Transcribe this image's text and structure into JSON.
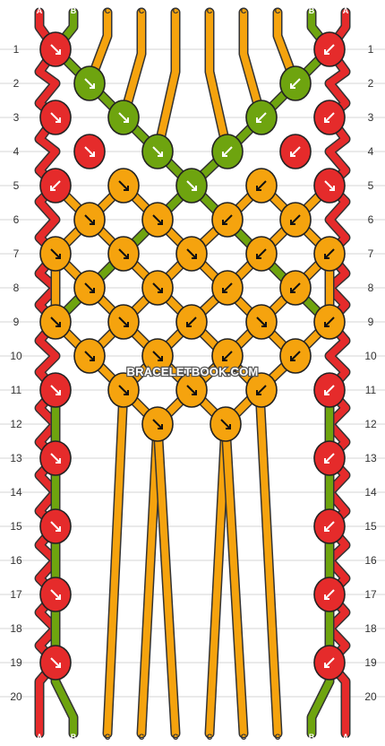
{
  "colors": {
    "A": "#e52b2b",
    "B": "#6ea40f",
    "C": "#f5a30e"
  },
  "string_labels": [
    "A",
    "B",
    "C",
    "C",
    "C",
    "C",
    "C",
    "C",
    "B",
    "A"
  ],
  "row_numbers": [
    "1",
    "2",
    "3",
    "4",
    "5",
    "6",
    "7",
    "8",
    "9",
    "10",
    "11",
    "12",
    "13",
    "14",
    "15",
    "16",
    "17",
    "18",
    "19",
    "20"
  ],
  "watermark": "BRACELETBOOK.COM",
  "knot_rows": [
    [
      {
        "c": "A",
        "d": "se"
      },
      {
        "c": "A",
        "d": "sw"
      }
    ],
    [
      {
        "c": "B",
        "d": "se"
      },
      {
        "c": "B",
        "d": "sw"
      }
    ],
    [
      {
        "c": "A",
        "d": "se"
      },
      {
        "c": "B",
        "d": "se"
      },
      {
        "c": "B",
        "d": "sw"
      },
      {
        "c": "A",
        "d": "sw"
      }
    ],
    [
      {
        "c": "A",
        "d": "se"
      },
      {
        "c": "B",
        "d": "se"
      },
      {
        "c": "B",
        "d": "sw"
      },
      {
        "c": "A",
        "d": "sw"
      }
    ],
    [
      {
        "c": "A",
        "d": "sw"
      },
      {
        "c": "C",
        "d": "se"
      },
      {
        "c": "B",
        "d": "se"
      },
      {
        "c": "C",
        "d": "sw"
      },
      {
        "c": "A",
        "d": "se"
      }
    ],
    [
      {
        "c": "C",
        "d": "se"
      },
      {
        "c": "C",
        "d": "se"
      },
      {
        "c": "C",
        "d": "sw"
      },
      {
        "c": "C",
        "d": "sw"
      }
    ],
    [
      {
        "c": "C",
        "d": "se"
      },
      {
        "c": "C",
        "d": "se"
      },
      {
        "c": "C",
        "d": "se"
      },
      {
        "c": "C",
        "d": "sw"
      },
      {
        "c": "C",
        "d": "sw"
      }
    ],
    [
      {
        "c": "C",
        "d": "se"
      },
      {
        "c": "C",
        "d": "se"
      },
      {
        "c": "C",
        "d": "sw"
      },
      {
        "c": "C",
        "d": "sw"
      }
    ],
    [
      {
        "c": "C",
        "d": "se"
      },
      {
        "c": "C",
        "d": "se"
      },
      {
        "c": "C",
        "d": "sw"
      },
      {
        "c": "C",
        "d": "se"
      },
      {
        "c": "C",
        "d": "sw"
      }
    ],
    [
      {
        "c": "C",
        "d": "se"
      },
      {
        "c": "C",
        "d": "se"
      },
      {
        "c": "C",
        "d": "sw"
      },
      {
        "c": "C",
        "d": "sw"
      }
    ],
    [
      {
        "c": "A",
        "d": "se"
      },
      {
        "c": "C",
        "d": "se"
      },
      {
        "c": "C",
        "d": "se"
      },
      {
        "c": "C",
        "d": "sw"
      },
      {
        "c": "A",
        "d": "sw"
      }
    ],
    [
      {
        "c": "C",
        "d": "se"
      },
      {
        "c": "C",
        "d": "se"
      }
    ],
    [
      {
        "c": "A",
        "d": "se"
      },
      {
        "c": "A",
        "d": "sw"
      }
    ],
    [],
    [
      {
        "c": "A",
        "d": "se"
      },
      {
        "c": "A",
        "d": "sw"
      }
    ],
    [],
    [
      {
        "c": "A",
        "d": "se"
      },
      {
        "c": "A",
        "d": "sw"
      }
    ],
    [],
    [
      {
        "c": "A",
        "d": "se"
      },
      {
        "c": "A",
        "d": "sw"
      }
    ],
    []
  ]
}
